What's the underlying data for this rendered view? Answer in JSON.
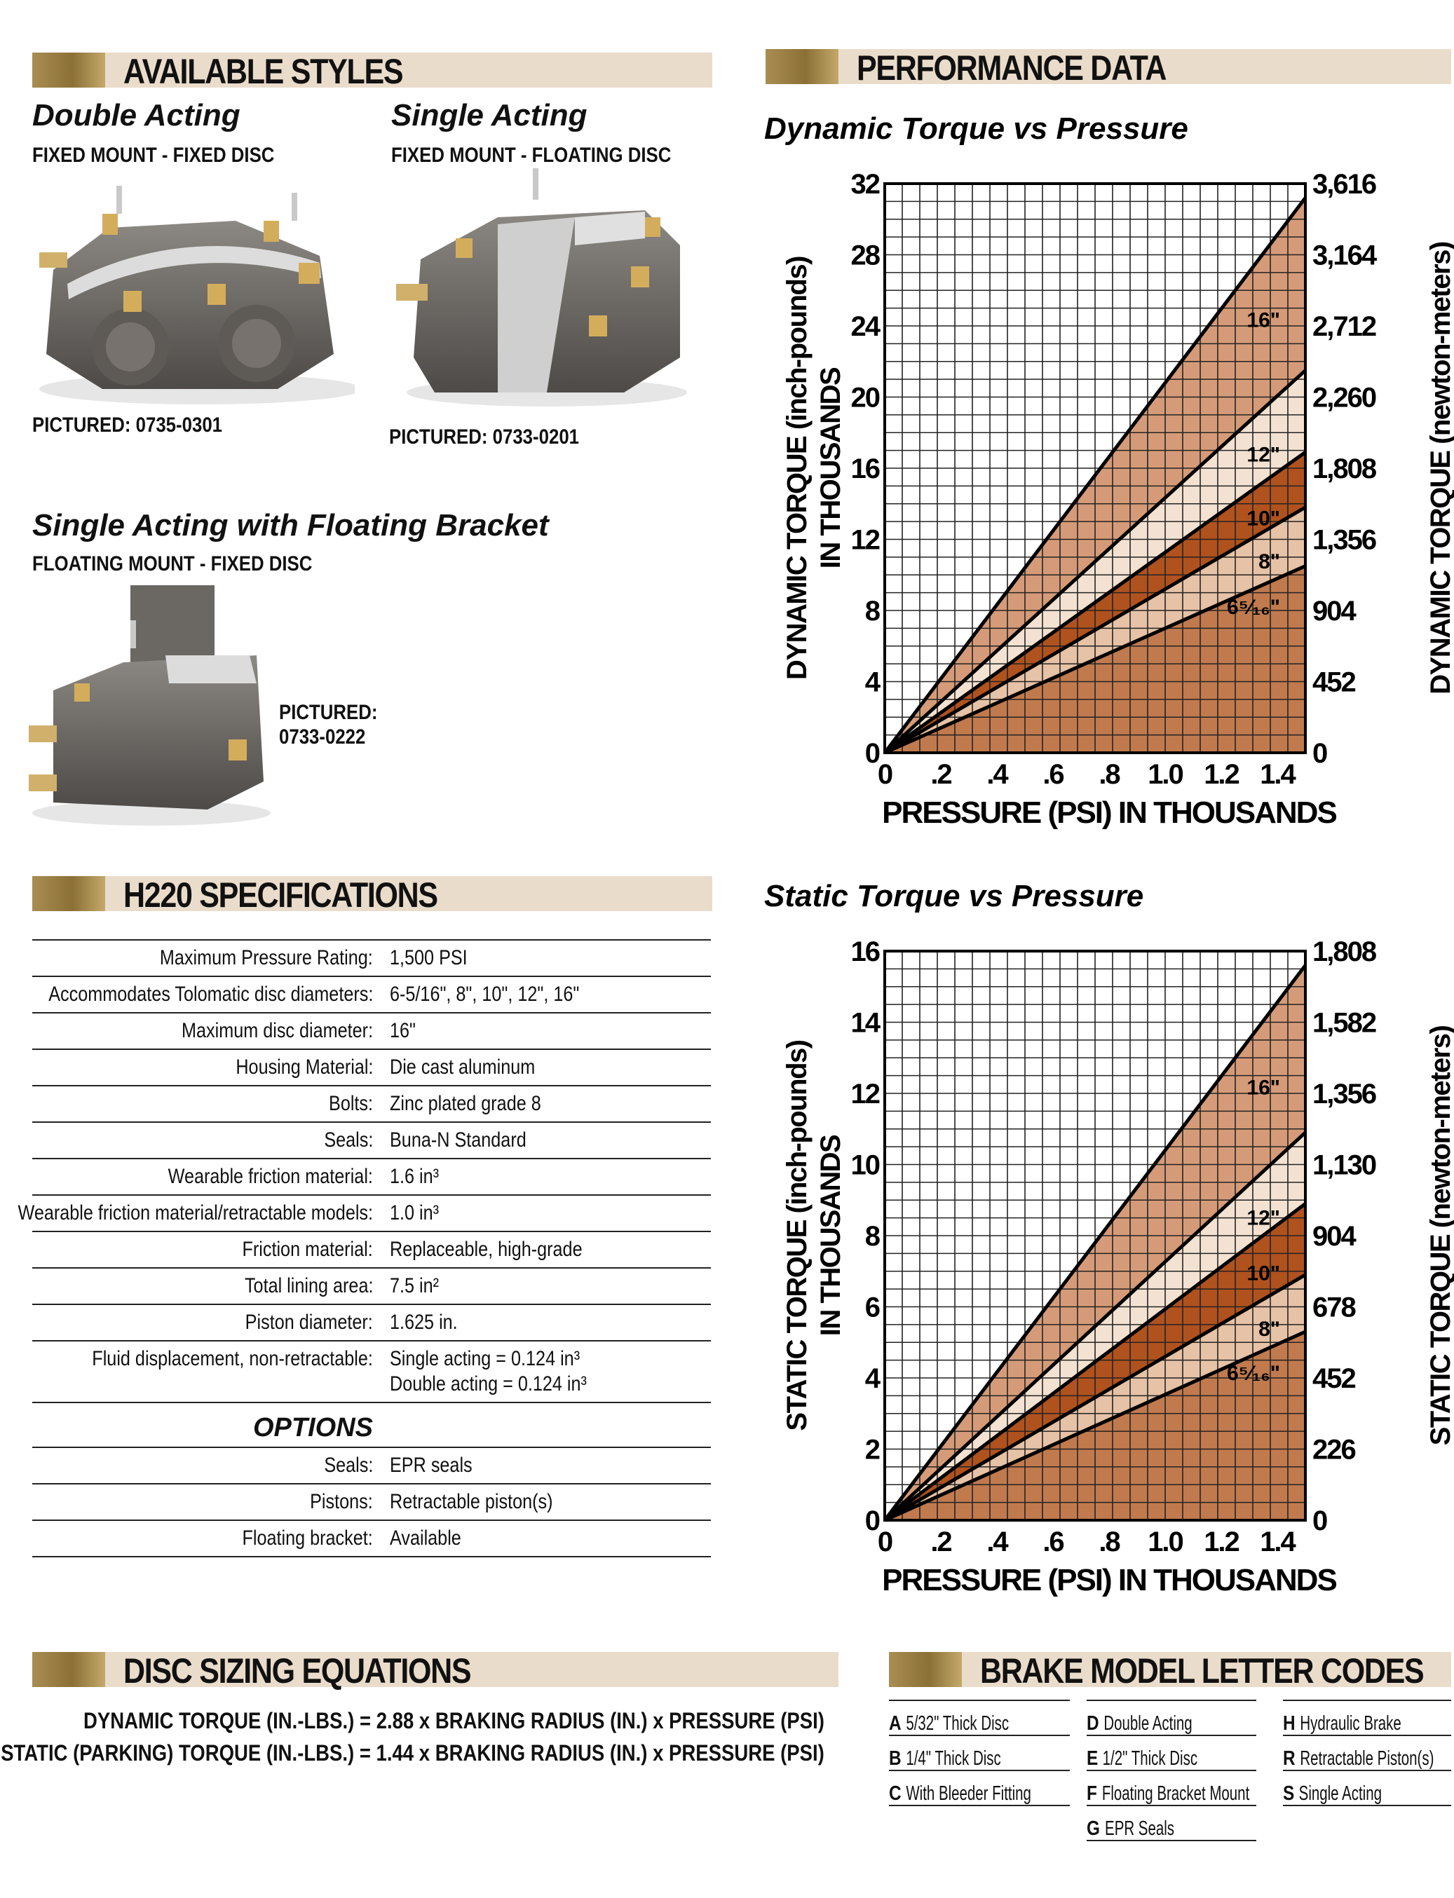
{
  "styles": {
    "heading": "AVAILABLE STYLES",
    "double": {
      "title": "Double Acting",
      "subtitle": "FIXED MOUNT - FIXED DISC",
      "pictured": "PICTURED:  0735-0301"
    },
    "single": {
      "title": "Single Acting",
      "subtitle": "FIXED MOUNT - FLOATING DISC",
      "pictured": "PICTURED: 0733-0201"
    },
    "floating": {
      "title": "Single Acting with Floating Bracket",
      "subtitle": "FLOATING MOUNT - FIXED DISC",
      "pictured_1": "PICTURED:",
      "pictured_2": "0733-0222"
    }
  },
  "specs": {
    "heading": "H220 SPECIFICATIONS",
    "rows": [
      {
        "k": "Maximum Pressure Rating:",
        "v": "1,500 PSI"
      },
      {
        "k": "Accommodates Tolomatic disc diameters:",
        "v": "6-5/16\",  8\",  10\", 12\", 16\""
      },
      {
        "k": "Maximum disc diameter:",
        "v": "16\""
      },
      {
        "k": "Housing Material:",
        "v": "Die cast aluminum"
      },
      {
        "k": "Bolts:",
        "v": "Zinc plated grade 8"
      },
      {
        "k": "Seals:",
        "v": "Buna-N Standard"
      },
      {
        "k": "Wearable friction material:",
        "v": "1.6 in³"
      },
      {
        "k": "Wearable friction material/retractable models:",
        "v": "1.0 in³"
      },
      {
        "k": "Friction material:",
        "v": "Replaceable, high-grade"
      },
      {
        "k": "Total lining area:",
        "v": "7.5 in²"
      },
      {
        "k": "Piston diameter:",
        "v": "1.625 in."
      }
    ],
    "fluid": {
      "k": "Fluid displacement, non-retractable:",
      "v1": "Single acting = 0.124 in³",
      "v2": "Double acting = 0.124 in³"
    },
    "options_heading": "OPTIONS",
    "options": [
      {
        "k": "Seals:",
        "v": "EPR seals"
      },
      {
        "k": "Pistons:",
        "v": "Retractable piston(s)"
      },
      {
        "k": "Floating bracket:",
        "v": "Available"
      }
    ]
  },
  "performance": {
    "heading": "PERFORMANCE DATA"
  },
  "chart_data": [
    {
      "type": "area",
      "title": "Dynamic Torque vs Pressure",
      "xlabel": "PRESSURE (PSI) IN THOUSANDS",
      "ylabel_1": "DYNAMIC TORQUE (inch-pounds)",
      "ylabel_2": "IN THOUSANDS",
      "y2label": "DYNAMIC TORQUE (newton-meters)",
      "xlim": [
        0,
        1.5
      ],
      "ylim": [
        0,
        32
      ],
      "x_ticks": [
        "0",
        ".2",
        ".4",
        ".6",
        ".8",
        "1.0",
        "1.2",
        "1.4"
      ],
      "y_ticks": [
        "0",
        "4",
        "8",
        "12",
        "16",
        "20",
        "24",
        "28",
        "32"
      ],
      "y2_ticks": [
        "0",
        "452",
        "904",
        "1,356",
        "1,808",
        "2,260",
        "2,712",
        "3,164",
        "3,616"
      ],
      "grid": true,
      "series": [
        {
          "name": "6⁵⁄₁₆\"",
          "x": [
            0,
            1.5
          ],
          "y": [
            0,
            10.5
          ],
          "color": "#c07a4e"
        },
        {
          "name": "8\"",
          "x": [
            0,
            1.5
          ],
          "y": [
            0,
            13.8
          ],
          "color": "#e6c2a6"
        },
        {
          "name": "10\"",
          "x": [
            0,
            1.5
          ],
          "y": [
            0,
            16.9
          ],
          "color": "#b0521e"
        },
        {
          "name": "12\"",
          "x": [
            0,
            1.5
          ],
          "y": [
            0,
            21.5
          ],
          "color": "#f3e2d2"
        },
        {
          "name": "16\"",
          "x": [
            0,
            1.5
          ],
          "y": [
            0,
            31.2
          ],
          "color": "#d59b78"
        }
      ]
    },
    {
      "type": "area",
      "title": "Static Torque vs Pressure",
      "xlabel": "PRESSURE (PSI) IN THOUSANDS",
      "ylabel_1": "STATIC TORQUE (inch-pounds)",
      "ylabel_2": "IN THOUSANDS",
      "y2label": "STATIC TORQUE (newton-meters)",
      "xlim": [
        0,
        1.5
      ],
      "ylim": [
        0,
        16
      ],
      "x_ticks": [
        "0",
        ".2",
        ".4",
        ".6",
        ".8",
        "1.0",
        "1.2",
        "1.4"
      ],
      "y_ticks": [
        "0",
        "2",
        "4",
        "6",
        "8",
        "10",
        "12",
        "14",
        "16"
      ],
      "y2_ticks": [
        "0",
        "226",
        "452",
        "678",
        "904",
        "1,130",
        "1,356",
        "1,582",
        "1,808"
      ],
      "grid": true,
      "series": [
        {
          "name": "6⁵⁄₁₆\"",
          "x": [
            0,
            1.5
          ],
          "y": [
            0,
            5.3
          ],
          "color": "#c07a4e"
        },
        {
          "name": "8\"",
          "x": [
            0,
            1.5
          ],
          "y": [
            0,
            6.9
          ],
          "color": "#e6c2a6"
        },
        {
          "name": "10\"",
          "x": [
            0,
            1.5
          ],
          "y": [
            0,
            8.9
          ],
          "color": "#b0521e"
        },
        {
          "name": "12\"",
          "x": [
            0,
            1.5
          ],
          "y": [
            0,
            10.9
          ],
          "color": "#f3e2d2"
        },
        {
          "name": "16\"",
          "x": [
            0,
            1.5
          ],
          "y": [
            0,
            15.6
          ],
          "color": "#d59b78"
        }
      ]
    }
  ],
  "equations": {
    "heading": "DISC SIZING EQUATIONS",
    "dynamic": "DYNAMIC TORQUE (IN.-LBS.) = 2.88 x BRAKING RADIUS (IN.) x PRESSURE (PSI)",
    "static": "STATIC (PARKING) TORQUE (IN.-LBS.) = 1.44 x BRAKING RADIUS (IN.) x PRESSURE (PSI)"
  },
  "codes": {
    "heading": "BRAKE MODEL LETTER CODES",
    "col1": [
      {
        "l": "A",
        "t": "5/32\" Thick Disc"
      },
      {
        "l": "B",
        "t": "1/4\" Thick Disc"
      },
      {
        "l": "C",
        "t": "With Bleeder Fitting"
      }
    ],
    "col2": [
      {
        "l": "D",
        "t": "Double Acting"
      },
      {
        "l": "E",
        "t": "1/2\" Thick Disc"
      },
      {
        "l": "F",
        "t": "Floating Bracket Mount"
      },
      {
        "l": "G",
        "t": "EPR Seals"
      }
    ],
    "col3": [
      {
        "l": "H",
        "t": "Hydraulic Brake"
      },
      {
        "l": "R",
        "t": "Retractable Piston(s)"
      },
      {
        "l": "S",
        "t": "Single Acting"
      }
    ]
  }
}
